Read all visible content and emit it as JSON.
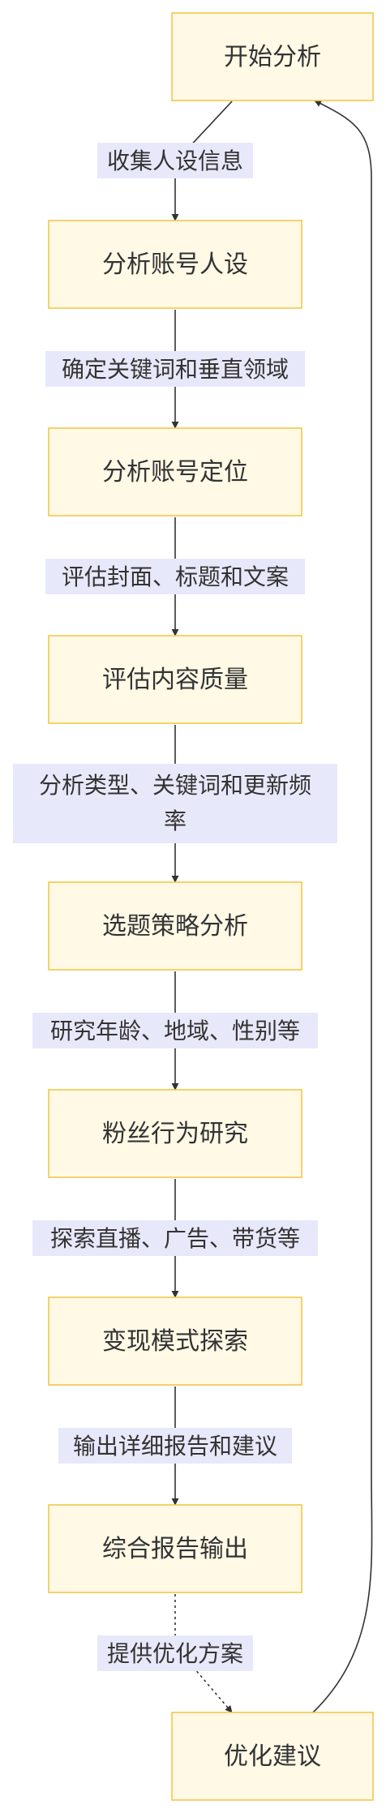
{
  "nodes": [
    "开始分析",
    "分析账号人设",
    "分析账号定位",
    "评估内容质量",
    "选题策略分析",
    "粉丝行为研究",
    "变现模式探索",
    "综合报告输出",
    "优化建议"
  ],
  "edges": [
    "收集人设信息",
    "确定关键词和垂直领域",
    "评估封面、标题和文案",
    [
      "分析类型、关键词和更新频",
      "率"
    ],
    "研究年龄、地域、性别等",
    "探索直播、广告、带货等",
    "输出详细报告和建议",
    "提供优化方案"
  ],
  "colors": {
    "node_fill": "#fff9e6",
    "node_stroke": "#f2c84b",
    "label_bg": "#e8e8fb",
    "line": "#333333",
    "text": "#333333"
  }
}
